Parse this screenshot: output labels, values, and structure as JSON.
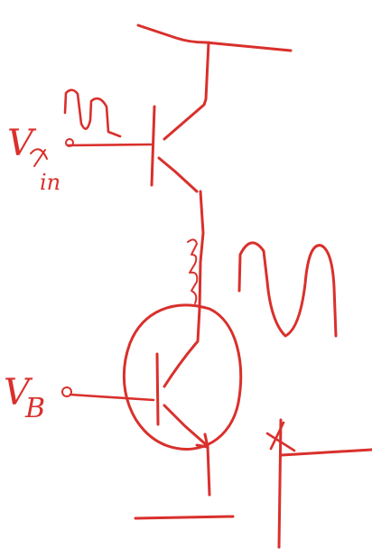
{
  "ink_color": "#d9302c",
  "labels": {
    "vin_main": "V",
    "vin_sub": "in",
    "vb_main": "V",
    "vb_sub": "B"
  }
}
